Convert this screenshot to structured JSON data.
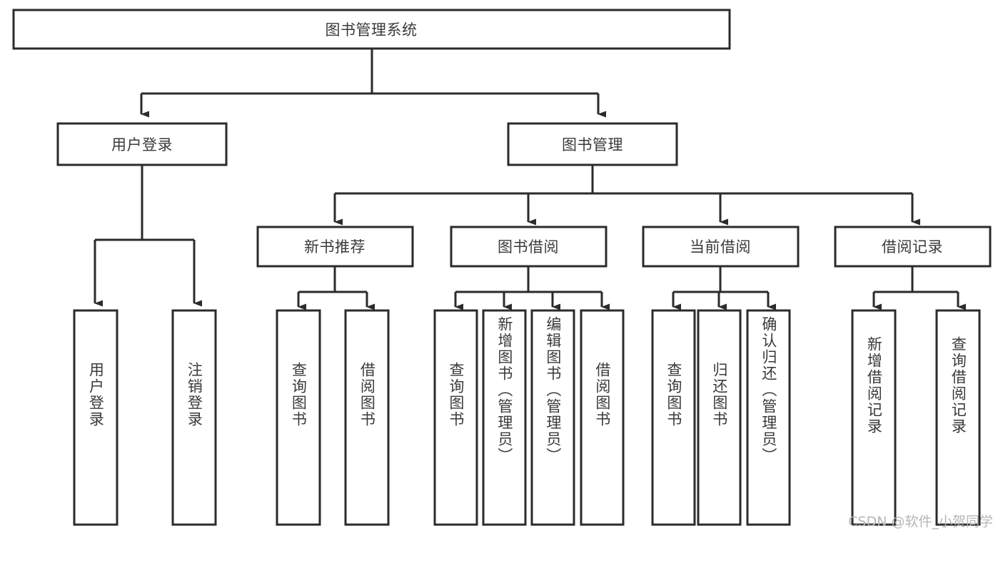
{
  "diagram": {
    "title": "图书管理系统",
    "type": "hierarchy-tree",
    "watermark": "CSDN @软件_小贺同学",
    "root": {
      "id": "root",
      "label": "图书管理系统"
    },
    "level2": [
      {
        "id": "user-login",
        "label": "用户登录"
      },
      {
        "id": "book-manage",
        "label": "图书管理"
      }
    ],
    "level3": [
      {
        "id": "new-book-recommend",
        "label": "新书推荐"
      },
      {
        "id": "book-borrow",
        "label": "图书借阅"
      },
      {
        "id": "current-borrow",
        "label": "当前借阅"
      },
      {
        "id": "borrow-record",
        "label": "借阅记录"
      }
    ],
    "leaves": {
      "user_login": [
        {
          "id": "leaf-user-login",
          "label": "用户登录"
        },
        {
          "id": "leaf-logout-login",
          "label": "注销登录"
        }
      ],
      "new_book_recommend": [
        {
          "id": "leaf-query-book-1",
          "label": "查询图书"
        },
        {
          "id": "leaf-borrow-book-1",
          "label": "借阅图书"
        }
      ],
      "book_borrow": [
        {
          "id": "leaf-query-book-2",
          "label": "查询图书"
        },
        {
          "id": "leaf-add-book",
          "label": "新增图书（管理员）"
        },
        {
          "id": "leaf-edit-book",
          "label": "编辑图书（管理员）"
        },
        {
          "id": "leaf-borrow-book-2",
          "label": "借阅图书"
        }
      ],
      "current_borrow": [
        {
          "id": "leaf-query-book-3",
          "label": "查询图书"
        },
        {
          "id": "leaf-return-book",
          "label": "归还图书"
        },
        {
          "id": "leaf-confirm-return",
          "label": "确认归还（管理员）"
        }
      ],
      "borrow_record": [
        {
          "id": "leaf-add-record",
          "label": "新增借阅记录"
        },
        {
          "id": "leaf-query-record",
          "label": "查询借阅记录"
        }
      ]
    },
    "colors": {
      "stroke": "#2b2b2b",
      "fill": "#ffffff",
      "text": "#3a3a3a",
      "watermark": "#b6b6b6"
    }
  }
}
